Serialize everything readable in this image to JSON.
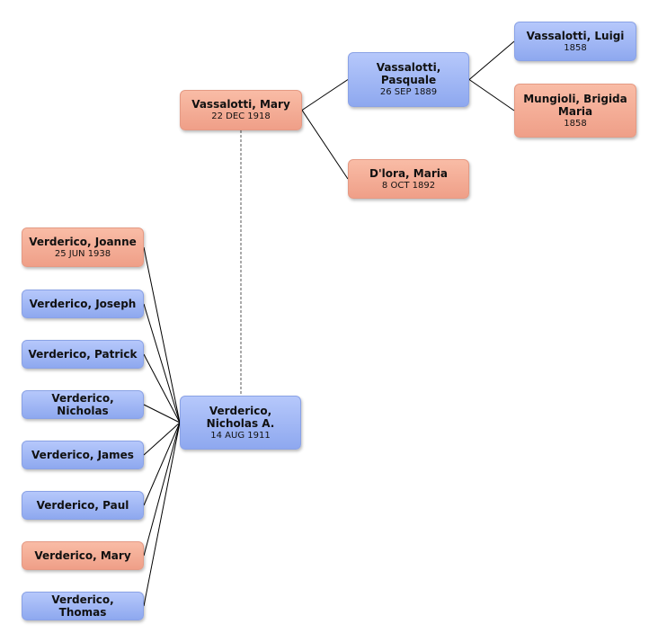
{
  "people": {
    "mary": {
      "name": "Vassalotti, Mary",
      "date": "22 DEC 1918",
      "sex": "female"
    },
    "pasquale": {
      "name": "Vassalotti, Pasquale",
      "date": "26 SEP 1889",
      "sex": "male"
    },
    "maria_dlora": {
      "name": "D'lora, Maria",
      "date": "8 OCT 1892",
      "sex": "female"
    },
    "luigi": {
      "name": "Vassalotti, Luigi",
      "date": "1858",
      "sex": "male"
    },
    "brigida": {
      "name": "Mungioli, Brigida Maria",
      "date": "1858",
      "sex": "female"
    },
    "nicholas_a": {
      "name": "Verderico, Nicholas A.",
      "date": "14 AUG 1911",
      "sex": "male"
    },
    "joanne": {
      "name": "Verderico, Joanne",
      "date": "25 JUN 1938",
      "sex": "female"
    },
    "joseph": {
      "name": "Verderico, Joseph",
      "date": "",
      "sex": "male"
    },
    "patrick": {
      "name": "Verderico, Patrick",
      "date": "",
      "sex": "male"
    },
    "nicholas": {
      "name": "Verderico, Nicholas",
      "date": "",
      "sex": "male"
    },
    "james": {
      "name": "Verderico, James",
      "date": "",
      "sex": "male"
    },
    "paul": {
      "name": "Verderico, Paul",
      "date": "",
      "sex": "male"
    },
    "mary_v": {
      "name": "Verderico, Mary",
      "date": "",
      "sex": "female"
    },
    "thomas": {
      "name": "Verderico, Thomas",
      "date": "",
      "sex": "male"
    }
  },
  "colors": {
    "male": "#9fb6f5",
    "female": "#f4ae96",
    "line": "#000000",
    "spouse_line": "#555555"
  }
}
